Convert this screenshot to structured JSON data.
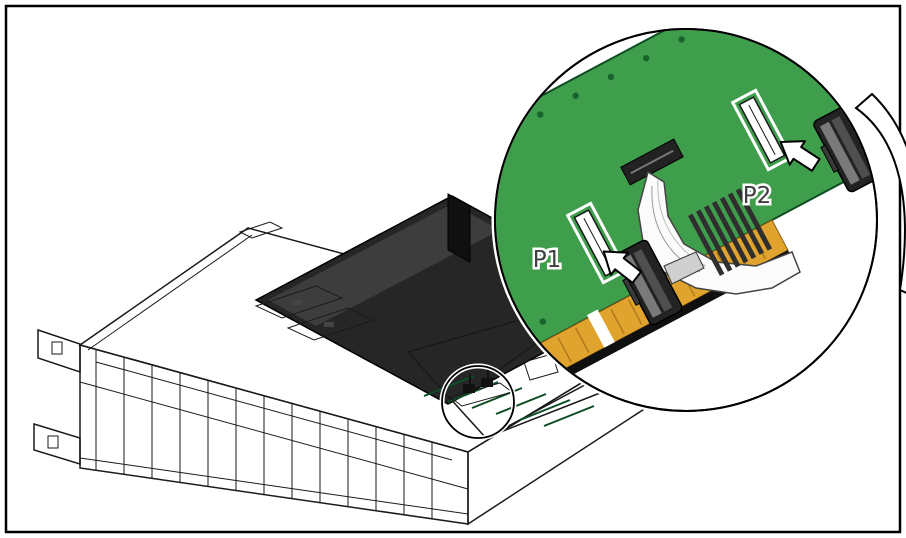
{
  "figure": {
    "type": "technical-illustration",
    "description": "Isometric line-art of a rack server chassis with its top cover partially removed, and a circular magnified callout showing a green riser card with gold edge connector. Two cable plugs are being inserted into board sockets labeled P1 and P2, indicated by white arrows.",
    "callout": {
      "labels": {
        "p1": "P1",
        "p2": "P2"
      },
      "icons": [
        "insert-arrow-icon",
        "insert-arrow-icon"
      ]
    },
    "colors": {
      "board_green": "#3f9e4c",
      "board_green_edge": "#0e4d22",
      "gold_connector": "#e0a32e",
      "cover_dark": "#262626",
      "plug_dark": "#232323",
      "line": "#1a1a1a",
      "label_text": "#3f3f3f",
      "background": "#ffffff"
    }
  }
}
